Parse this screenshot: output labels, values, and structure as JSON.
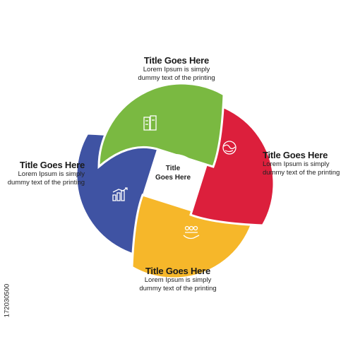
{
  "colors": {
    "green": "#7ab941",
    "red": "#dc1f3c",
    "yellow": "#f6b72a",
    "blue": "#3f53a3",
    "icon_stroke": "#ffffff"
  },
  "segments": [
    {
      "id": "green",
      "position": "top",
      "icon": "folders-icon"
    },
    {
      "id": "red",
      "position": "right",
      "icon": "globe-icon"
    },
    {
      "id": "yellow",
      "position": "bottom",
      "icon": "team-hand-icon"
    },
    {
      "id": "blue",
      "position": "left",
      "icon": "growth-chart-icon"
    }
  ],
  "center": {
    "title": "Title\nGoes Here"
  },
  "labels": {
    "top": {
      "title": "Title Goes Here",
      "desc": "Lorem Ipsum is simply\ndummy text of the printing"
    },
    "right": {
      "title": "Title Goes Here",
      "desc": "Lorem Ipsum is simply\ndummy text of the printing"
    },
    "bottom": {
      "title": "Title Goes Here",
      "desc": "Lorem Ipsum is simply\ndummy text of the printing"
    },
    "left": {
      "title": "Title Goes Here",
      "desc": "Lorem Ipsum is simply\ndummy text of the printing"
    }
  },
  "stock_id": "172030500"
}
